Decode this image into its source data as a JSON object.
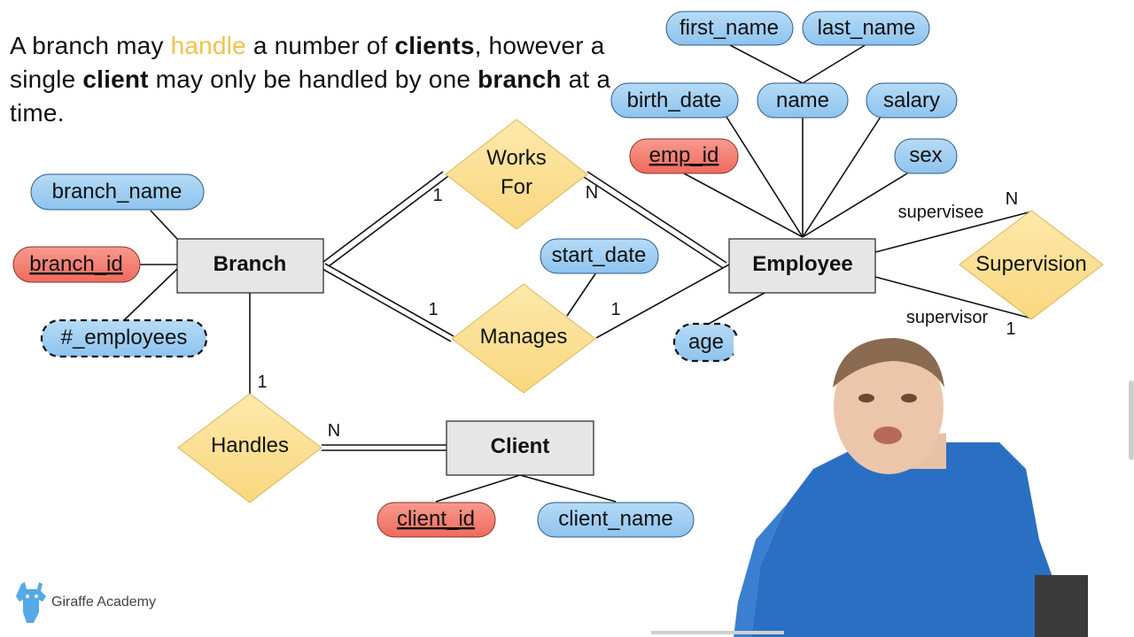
{
  "description": {
    "t1": "A branch may ",
    "t2": "handle",
    "t3": " a number of ",
    "t4": "clients",
    "t5": ", however a single ",
    "t6": "client",
    "t7": " may only be handled by one ",
    "t8": "branch",
    "t9": " at a time."
  },
  "entities": {
    "branch": "Branch",
    "employee": "Employee",
    "client": "Client"
  },
  "relationships": {
    "works_for_1": "Works",
    "works_for_2": "For",
    "manages": "Manages",
    "handles": "Handles",
    "supervision": "Supervision"
  },
  "attributes": {
    "branch_name": "branch_name",
    "branch_id": "branch_id",
    "num_employees": "#_employees",
    "first_name": "first_name",
    "last_name": "last_name",
    "birth_date": "birth_date",
    "name": "name",
    "salary": "salary",
    "emp_id": "emp_id",
    "sex": "sex",
    "start_date": "start_date",
    "age": "age",
    "client_id": "client_id",
    "client_name": "client_name"
  },
  "cardinalities": {
    "works_branch": "1",
    "works_employee": "N",
    "manages_branch": "1",
    "manages_employee": "1",
    "handles_branch": "1",
    "handles_client": "N",
    "supervisee_card": "N",
    "supervisor_card": "1"
  },
  "roles": {
    "supervisee": "supervisee",
    "supervisor": "supervisor"
  },
  "brand": {
    "name": "Giraffe Academy"
  },
  "colors": {
    "attribute": "#9fcdf2",
    "key_attribute": "#f2796b",
    "relationship": "#fbe196",
    "entity": "#e6e6e6",
    "highlight": "#f2c14e",
    "logo": "#55a9e6"
  }
}
